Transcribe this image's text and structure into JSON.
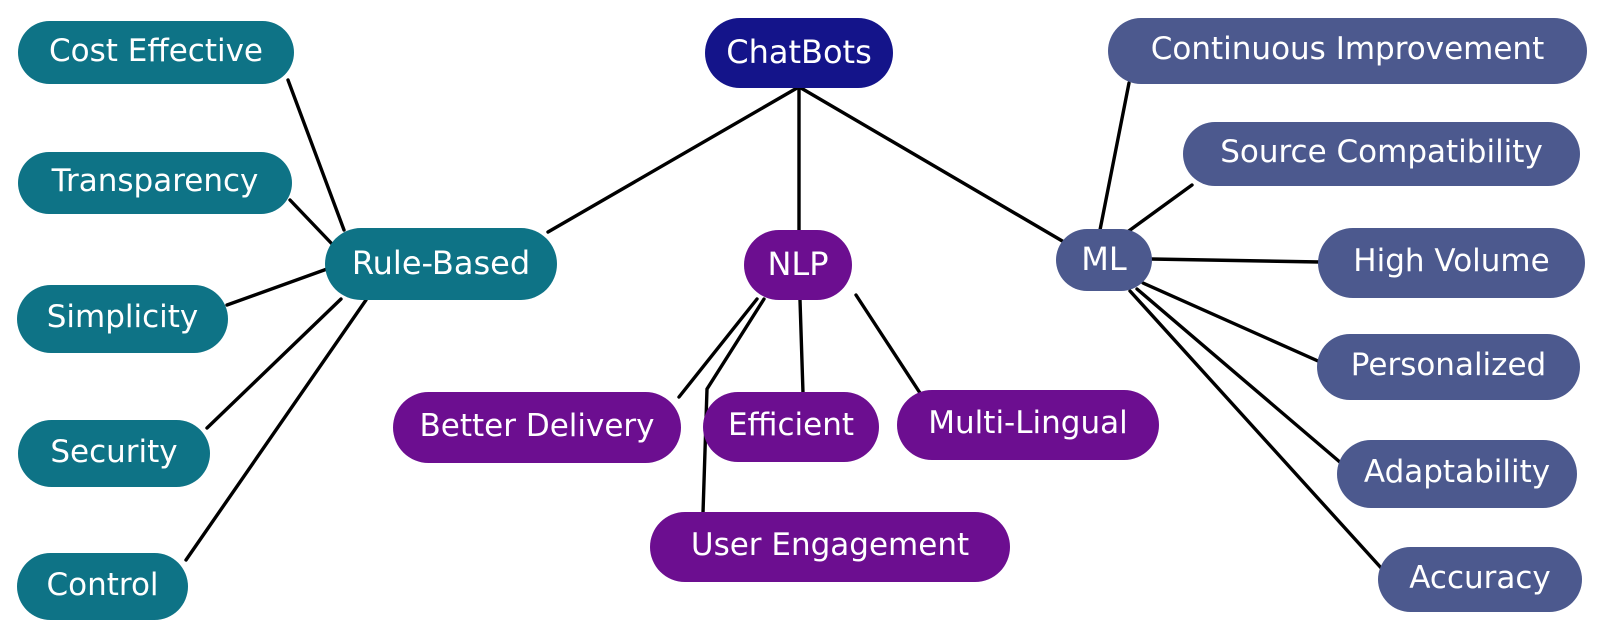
{
  "diagram": {
    "background_color": "#ffffff",
    "edge_color": "#000000",
    "text_color": "#ffffff",
    "groups": {
      "root": {
        "color": "#14148a"
      },
      "rule-based": {
        "color": "#0e7386"
      },
      "nlp": {
        "color": "#6c0e90"
      },
      "ml": {
        "color": "#4c598e"
      }
    },
    "nodes": [
      {
        "id": "chatbots",
        "label": "ChatBots",
        "group": "root"
      },
      {
        "id": "rule-based",
        "label": "Rule-Based",
        "group": "rule-based"
      },
      {
        "id": "nlp",
        "label": "NLP",
        "group": "nlp"
      },
      {
        "id": "ml",
        "label": "ML",
        "group": "ml"
      },
      {
        "id": "cost-effective",
        "label": "Cost Effective",
        "group": "rule-based"
      },
      {
        "id": "transparency",
        "label": "Transparency",
        "group": "rule-based"
      },
      {
        "id": "simplicity",
        "label": "Simplicity",
        "group": "rule-based"
      },
      {
        "id": "security",
        "label": "Security",
        "group": "rule-based"
      },
      {
        "id": "control",
        "label": "Control",
        "group": "rule-based"
      },
      {
        "id": "better-delivery",
        "label": "Better Delivery",
        "group": "nlp"
      },
      {
        "id": "efficient",
        "label": "Efficient",
        "group": "nlp"
      },
      {
        "id": "multi-lingual",
        "label": "Multi-Lingual",
        "group": "nlp"
      },
      {
        "id": "user-engagement",
        "label": "User Engagement",
        "group": "nlp"
      },
      {
        "id": "continuous-improvement",
        "label": "Continuous Improvement",
        "group": "ml"
      },
      {
        "id": "source-compatibility",
        "label": "Source Compatibility",
        "group": "ml"
      },
      {
        "id": "high-volume",
        "label": "High Volume",
        "group": "ml"
      },
      {
        "id": "personalized",
        "label": "Personalized",
        "group": "ml"
      },
      {
        "id": "adaptability",
        "label": "Adaptability",
        "group": "ml"
      },
      {
        "id": "accuracy",
        "label": "Accuracy",
        "group": "ml"
      }
    ],
    "edges": [
      {
        "from": "chatbots",
        "to": "rule-based"
      },
      {
        "from": "chatbots",
        "to": "nlp"
      },
      {
        "from": "chatbots",
        "to": "ml"
      },
      {
        "from": "rule-based",
        "to": "cost-effective"
      },
      {
        "from": "rule-based",
        "to": "transparency"
      },
      {
        "from": "rule-based",
        "to": "simplicity"
      },
      {
        "from": "rule-based",
        "to": "security"
      },
      {
        "from": "rule-based",
        "to": "control"
      },
      {
        "from": "nlp",
        "to": "better-delivery"
      },
      {
        "from": "nlp",
        "to": "user-engagement"
      },
      {
        "from": "nlp",
        "to": "efficient"
      },
      {
        "from": "nlp",
        "to": "multi-lingual"
      },
      {
        "from": "ml",
        "to": "continuous-improvement"
      },
      {
        "from": "ml",
        "to": "source-compatibility"
      },
      {
        "from": "ml",
        "to": "high-volume"
      },
      {
        "from": "ml",
        "to": "personalized"
      },
      {
        "from": "ml",
        "to": "adaptability"
      },
      {
        "from": "ml",
        "to": "accuracy"
      }
    ]
  }
}
